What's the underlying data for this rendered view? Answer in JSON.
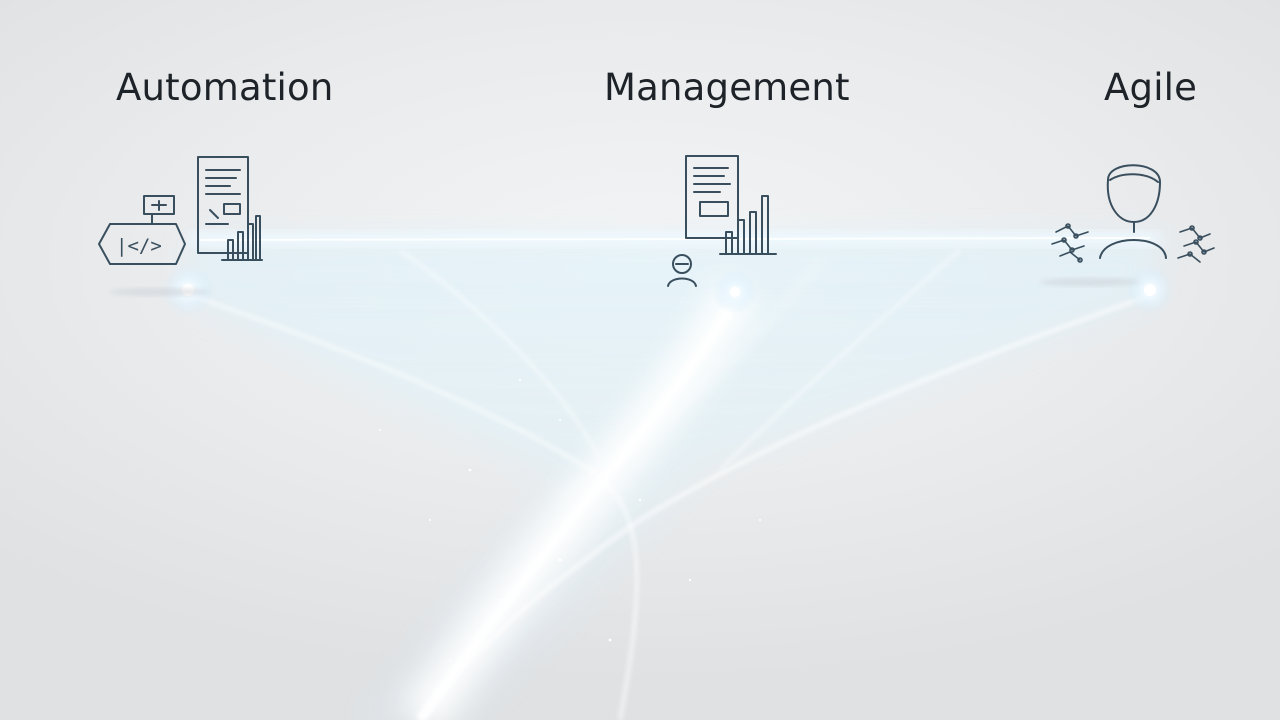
{
  "headings": {
    "automation": "Automation",
    "management": "Management",
    "agile": "Agile"
  },
  "icons": {
    "automation": [
      "code-tag-icon",
      "document-icon",
      "bar-chart-icon"
    ],
    "management": [
      "document-icon",
      "bar-chart-icon",
      "person-icon"
    ],
    "agile": [
      "person-icon",
      "circuit-icon",
      "circuit-icon"
    ]
  },
  "code_glyph": "|</>",
  "colors": {
    "background": "#e6e8ea",
    "text": "#1d2328",
    "icon_stroke": "#3a4f5e",
    "light_beam": "#d8eef8",
    "glow": "#ffffff"
  }
}
